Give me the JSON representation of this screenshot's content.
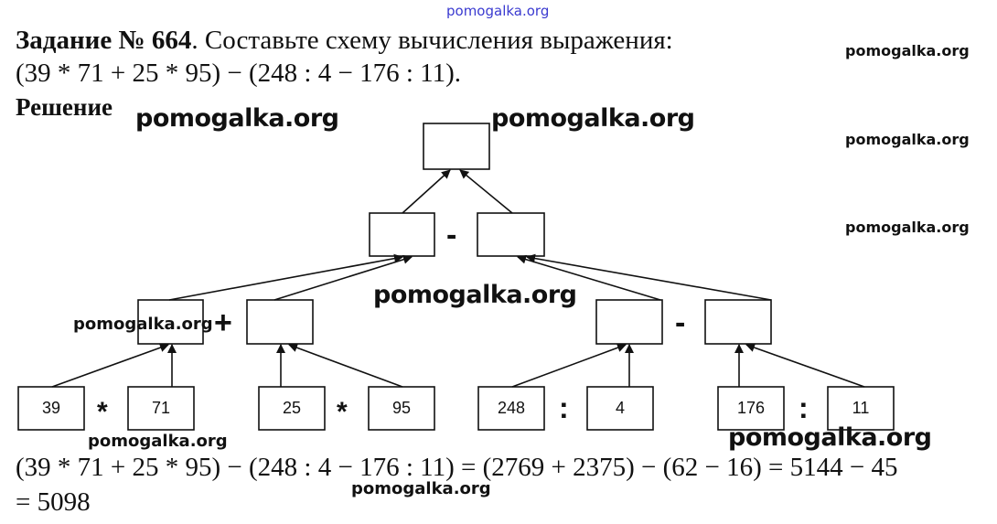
{
  "watermark": "pomogalka.org",
  "task": {
    "label": "Задание № 664",
    "text": ". Составьте схему вычисления выражения:",
    "expression": "(39 * 71 + 25 * 95) − (248 : 4 − 176 : 11)."
  },
  "solution_label": "Решение",
  "diagram": {
    "leaves": [
      "39",
      "71",
      "25",
      "95",
      "248",
      "4",
      "176",
      "11"
    ],
    "leaf_ops": [
      "*",
      "*",
      ":",
      ":"
    ],
    "mid_ops": [
      "+",
      "-"
    ],
    "top_op": "-"
  },
  "result": {
    "line1": "(39 * 71 + 25 * 95) − (248 : 4 − 176 : 11) = (2769 + 2375) − (62 − 16) = 5144 − 45",
    "line2": "= 5098"
  }
}
